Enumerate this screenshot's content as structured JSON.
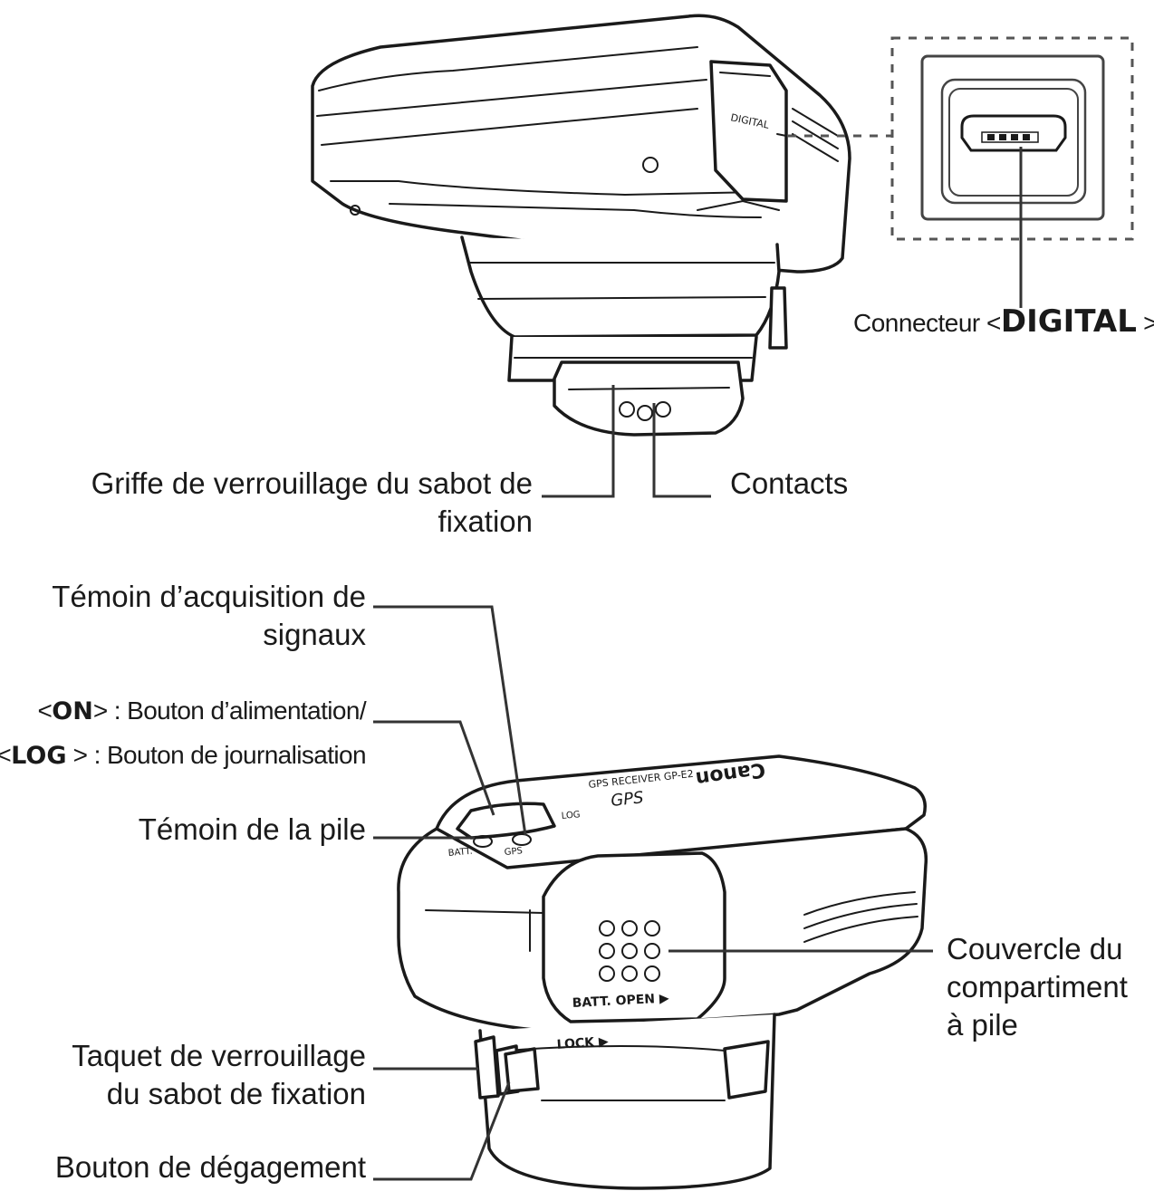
{
  "labels": {
    "digital_prefix": "Connecteur <",
    "digital_word": "DIGITAL",
    "digital_suffix": " >",
    "griffe_line1": "Griffe de verrouillage du sabot de",
    "griffe_line2": "fixation",
    "contacts": "Contacts",
    "temoin_acq_line1": "Témoin d’acquisition de",
    "temoin_acq_line2": "signaux",
    "on_open": "<",
    "on_word": "ON",
    "on_rest": "> : Bouton d’alimentation/",
    "log_open": "<",
    "log_word": "LOG",
    "log_rest": " > : Bouton de journalisation",
    "temoin_pile": "Témoin de la pile",
    "couvercle_line1": "Couvercle du",
    "couvercle_line2": "compartiment",
    "couvercle_line3": "à pile",
    "taquet_line1": "Taquet de verrouillage",
    "taquet_line2": "du sabot de fixation",
    "bouton_degagement": "Bouton de dégagement"
  },
  "device_markings": {
    "digital_port": "DIGITAL",
    "brand": "Canon",
    "model": "GPS RECEIVER GP-E2",
    "gps_word": "GPS",
    "batt": "BATT.",
    "gps_small": "GPS",
    "log_small": "LOG",
    "batt_open": "BATT. OPEN ▶",
    "lock": "LOCK ▶"
  }
}
